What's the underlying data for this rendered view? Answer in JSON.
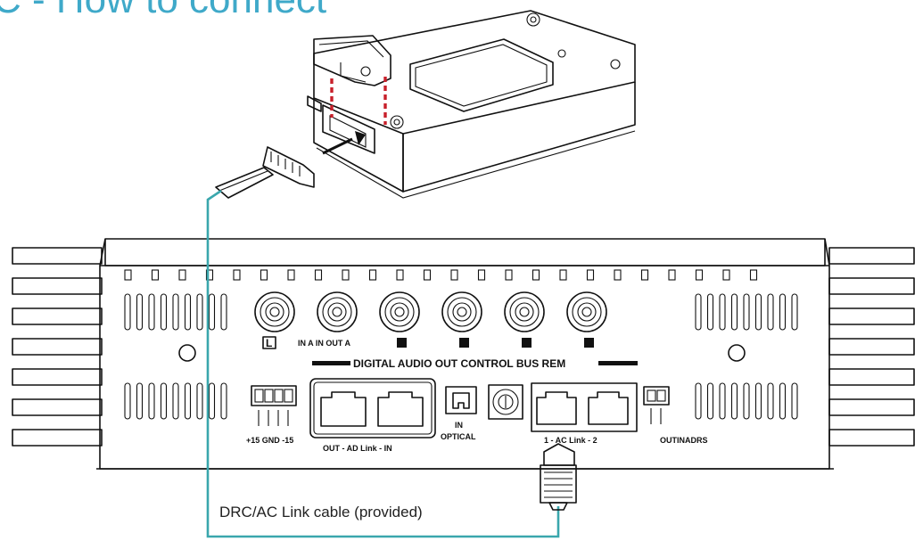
{
  "title": "C - How to connect",
  "labels": {
    "ch1": "L",
    "in_a_out_a": "IN A IN OUT A",
    "bar_text": "DIGITAL AUDIO OUT CONTROL BUS REM",
    "power": "+15 GND -15",
    "ad_link": "OUT - AD Link - IN",
    "optical_in": "IN",
    "optical": "OPTICAL",
    "ac_link": "1 - AC Link - 2",
    "outinadrs": "OUTINADRS",
    "cable": "DRC/AC Link cable (provided)"
  },
  "colors": {
    "title": "#3fa9c9",
    "cable": "#3aa7ad",
    "connector_marker": "#c8202a"
  },
  "icons": {
    "rca_jack": "rca-jack-icon",
    "rj45_port": "rj45-port-icon",
    "rotary_switch": "rotary-switch-icon",
    "screw_terminal": "screw-terminal-icon",
    "insert_arrow": "arrow-right-icon"
  }
}
